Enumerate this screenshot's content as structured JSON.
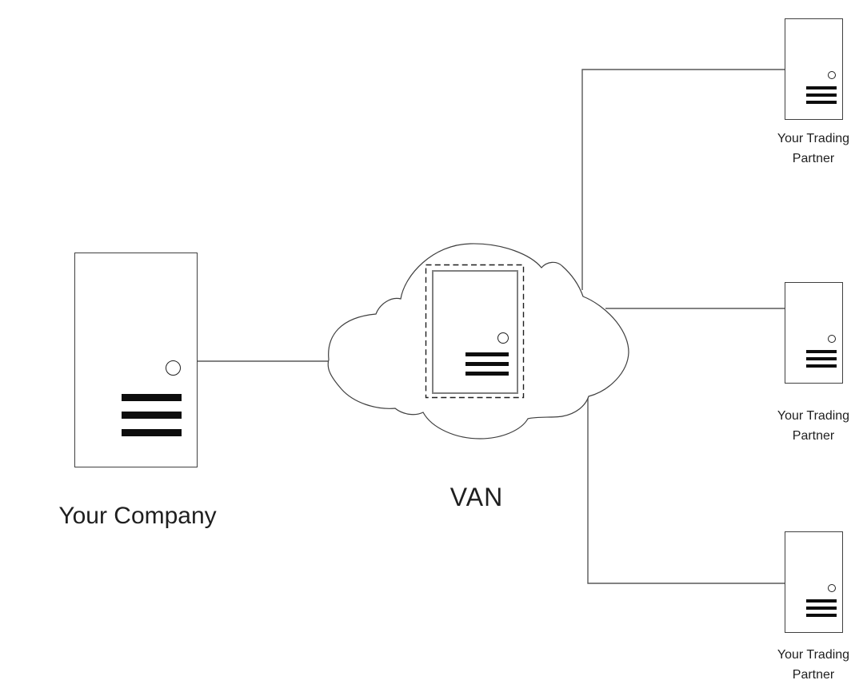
{
  "diagram": {
    "type": "edi-van-network-diagram",
    "nodes": {
      "company": {
        "label": "Your Company",
        "icon": "tower-server-icon"
      },
      "van": {
        "label": "VAN",
        "icon": "cloud-icon",
        "inner_icon": "tower-server-icon",
        "selected": true
      },
      "partners": [
        {
          "label": "Your Trading Partner",
          "icon": "tower-server-icon"
        },
        {
          "label": "Your Trading Partner",
          "icon": "tower-server-icon"
        },
        {
          "label": "Your Trading Partner",
          "icon": "tower-server-icon"
        }
      ]
    },
    "connections": [
      {
        "from": "company",
        "to": "van"
      },
      {
        "from": "van",
        "to": "partner-1"
      },
      {
        "from": "van",
        "to": "partner-2"
      },
      {
        "from": "van",
        "to": "partner-3"
      }
    ],
    "colors": {
      "background": "#ffffff",
      "connector": "#595959",
      "node_border": "#404040",
      "van_server_border": "#808080",
      "selection_dash": "#1f1f1f",
      "vents": "#0d0d0d",
      "text": "#1f1f1f"
    }
  }
}
